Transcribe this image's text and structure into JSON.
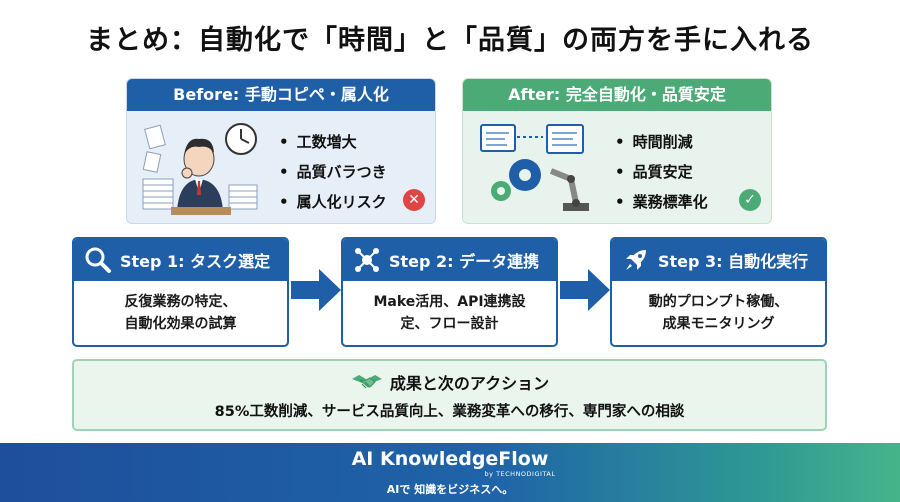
{
  "title": "まとめ：自動化で「時間」と「品質」の両方を手に入れる",
  "before": {
    "header": "Before: 手動コピペ・属人化",
    "items": [
      "工数増大",
      "品質バラつき",
      "属人化リスク"
    ],
    "illustration": "stressed-worker-with-papers-and-clock",
    "status_icon": "x-circle-icon",
    "accent": "#1f5fa8"
  },
  "after": {
    "header": "After: 完全自動化・品質安定",
    "items": [
      "時間削減",
      "品質安定",
      "業務標準化"
    ],
    "illustration": "gears-and-robot-arm",
    "status_icon": "check-circle-icon",
    "accent": "#4caa76"
  },
  "steps": [
    {
      "title": "Step 1: タスク選定",
      "line1": "反復業務の特定、",
      "line2": "自動化効果の試算",
      "icon": "search-icon"
    },
    {
      "title": "Step 2: データ連携",
      "line1": "Make活用、API連携設",
      "line2": "定、フロー設計",
      "icon": "network-icon"
    },
    {
      "title": "Step 3: 自動化実行",
      "line1": "動的プロンプト稼働、",
      "line2": "成果モニタリング",
      "icon": "rocket-icon"
    }
  ],
  "results": {
    "title": "成果と次のアクション",
    "text": "85%工数削減、サービス品質向上、業務変革への移行、専門家への相談",
    "icon": "handshake-icon"
  },
  "footer": {
    "brand": "AI KnowledgeFlow",
    "by": "by TECHNODIGITAL",
    "tagline": "AIで 知識をビジネスへ。"
  },
  "colors": {
    "primary_blue": "#1f5fa8",
    "green": "#4caa76",
    "results_bg": "#eaf5ee"
  }
}
